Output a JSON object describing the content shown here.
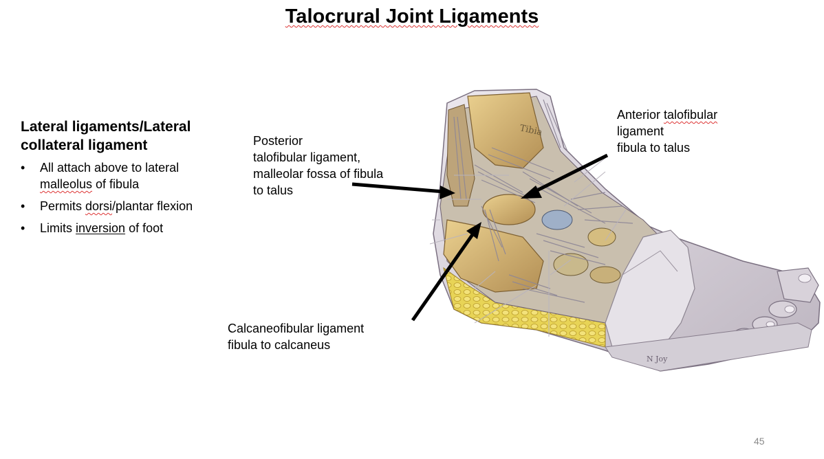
{
  "slide": {
    "title": "Talocrural Joint Ligaments",
    "page_number": "45"
  },
  "left_panel": {
    "heading": "Lateral ligaments/Lateral collateral ligament",
    "bullets": [
      {
        "pre": "All attach above to lateral ",
        "mark": "malleolus",
        "post": " of fibula"
      },
      {
        "pre": "Permits ",
        "mark": "dorsi",
        "post": "/plantar flexion"
      },
      {
        "pre": "Limits ",
        "mark": "inversion",
        "post": " of foot"
      }
    ]
  },
  "labels": {
    "posterior": [
      "Posterior",
      "talofibular ligament,",
      "malleolar fossa of fibula",
      "to talus"
    ],
    "anterior": {
      "line1_pre": "Anterior ",
      "line1_mark": "talofibular",
      "line2": "ligament",
      "line3": "fibula to talus"
    },
    "calcaneofibular": [
      "Calcaneofibular ligament",
      "fibula to calcaneus"
    ]
  },
  "illustration": {
    "tibia_label": "Tibia",
    "signature": "N Joy",
    "colors": {
      "bone": "#d9b979",
      "bone_shadow": "#a8864f",
      "ligament": "#c5c0c8",
      "skin": "#dcd6dc",
      "fat": "#e2cd48",
      "deep": "#5b6b8d"
    }
  }
}
